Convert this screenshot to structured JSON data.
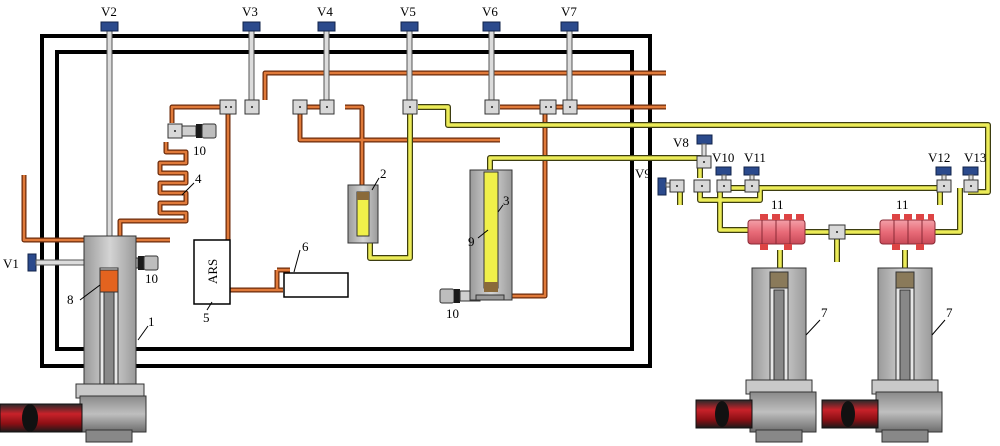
{
  "valves": {
    "v1": "V1",
    "v2": "V2",
    "v3": "V3",
    "v4": "V4",
    "v5": "V5",
    "v6": "V6",
    "v7": "V7",
    "v8": "V8",
    "v9": "V9",
    "v10": "V10",
    "v11": "V11",
    "v12": "V12",
    "v13": "V13"
  },
  "callouts": {
    "c1": "1",
    "c2": "2",
    "c3": "3",
    "c4": "4",
    "c5": "5",
    "c6": "6",
    "c7a": "7",
    "c7b": "7",
    "c8": "8",
    "c9": "9",
    "c10a": "10",
    "c10b": "10",
    "c10c": "10",
    "c11a": "11",
    "c11b": "11"
  },
  "ars_label": "ARS",
  "colors": {
    "orange_line": "#d9662a",
    "yellow_line": "#e8e84a",
    "frame": "#000000",
    "valve_cap": "#2b4a8c",
    "cylinder_body": "#b9b9b9",
    "pump_red": "#e86b78",
    "motor_red": "#b3161c"
  }
}
